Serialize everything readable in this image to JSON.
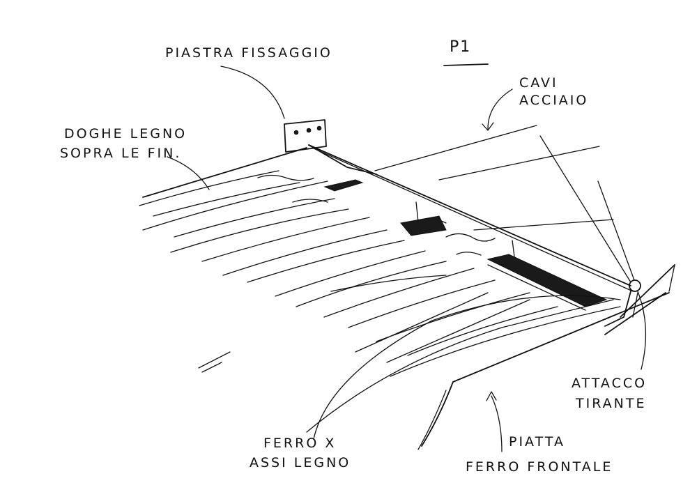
{
  "title": "P1",
  "labels": {
    "plate": "PIASTRA FISSAGGIO",
    "deck_line1": "DOGHE LEGNO",
    "deck_line2": "SOPRA LE FIN.",
    "cables_line1": "CAVI",
    "cables_line2": "ACCIAIO",
    "tie_line1": "ATTACCO",
    "tie_line2": "TIRANTE",
    "iron_line1": "FERRO X",
    "iron_line2": "ASSI LEGNO",
    "flat_line1": "PIATTA",
    "flat_line2": "FERRO FRONTALE"
  },
  "colors": {
    "ink": "#111111",
    "paper": "#ffffff"
  }
}
